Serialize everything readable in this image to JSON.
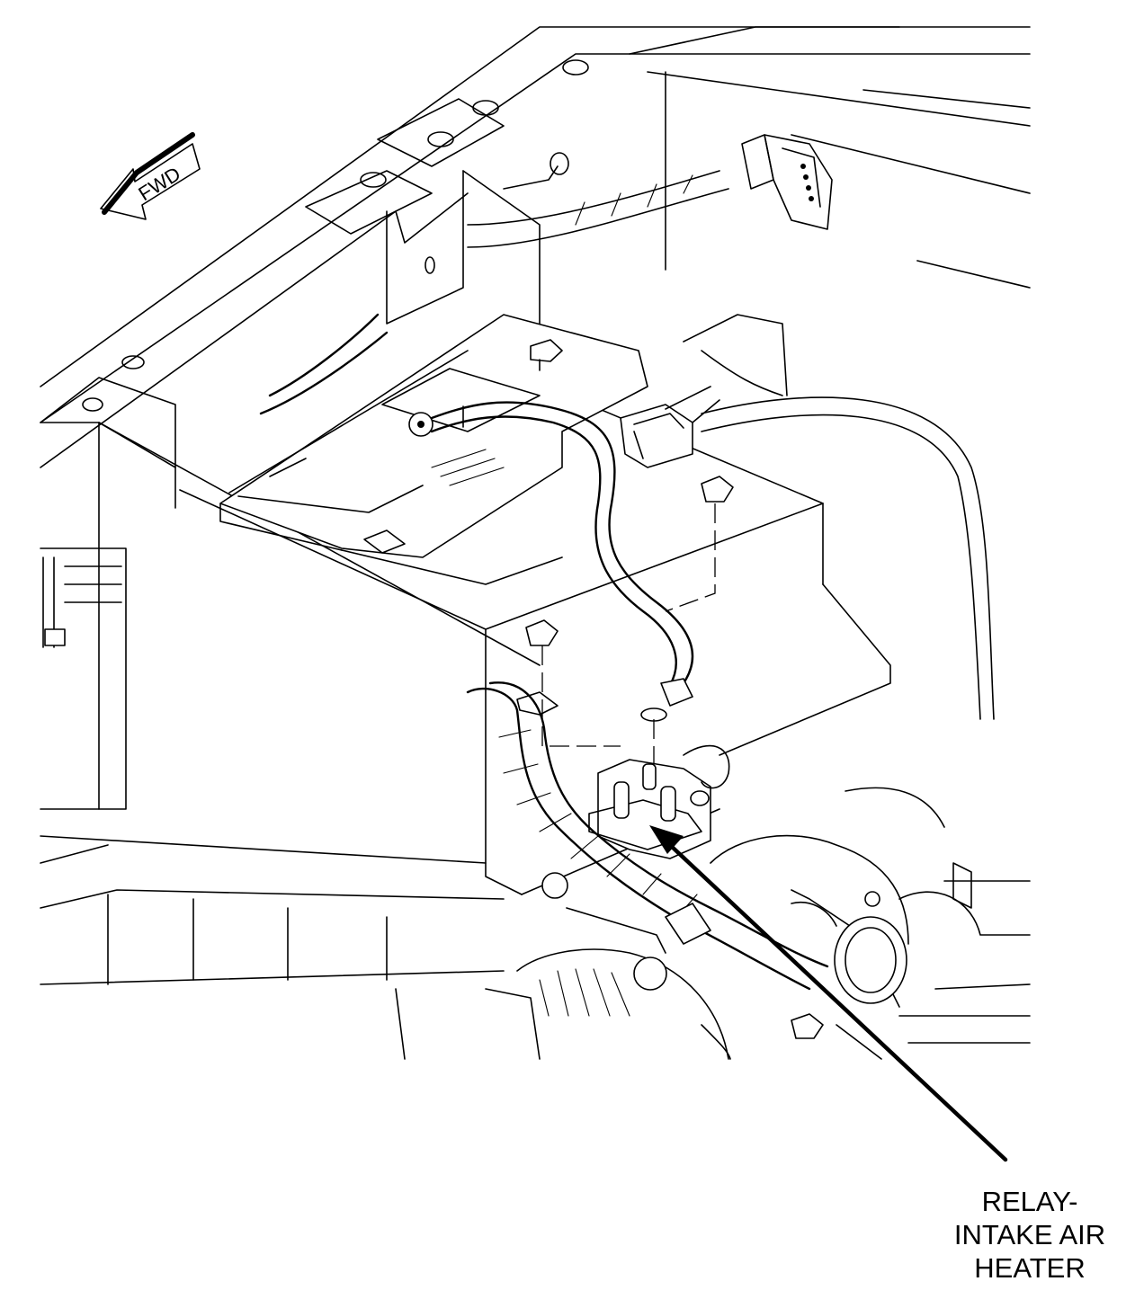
{
  "orientation_arrow": {
    "label": "FWD"
  },
  "callout": {
    "lines": [
      "RELAY-",
      "INTAKE AIR",
      "HEATER"
    ]
  }
}
